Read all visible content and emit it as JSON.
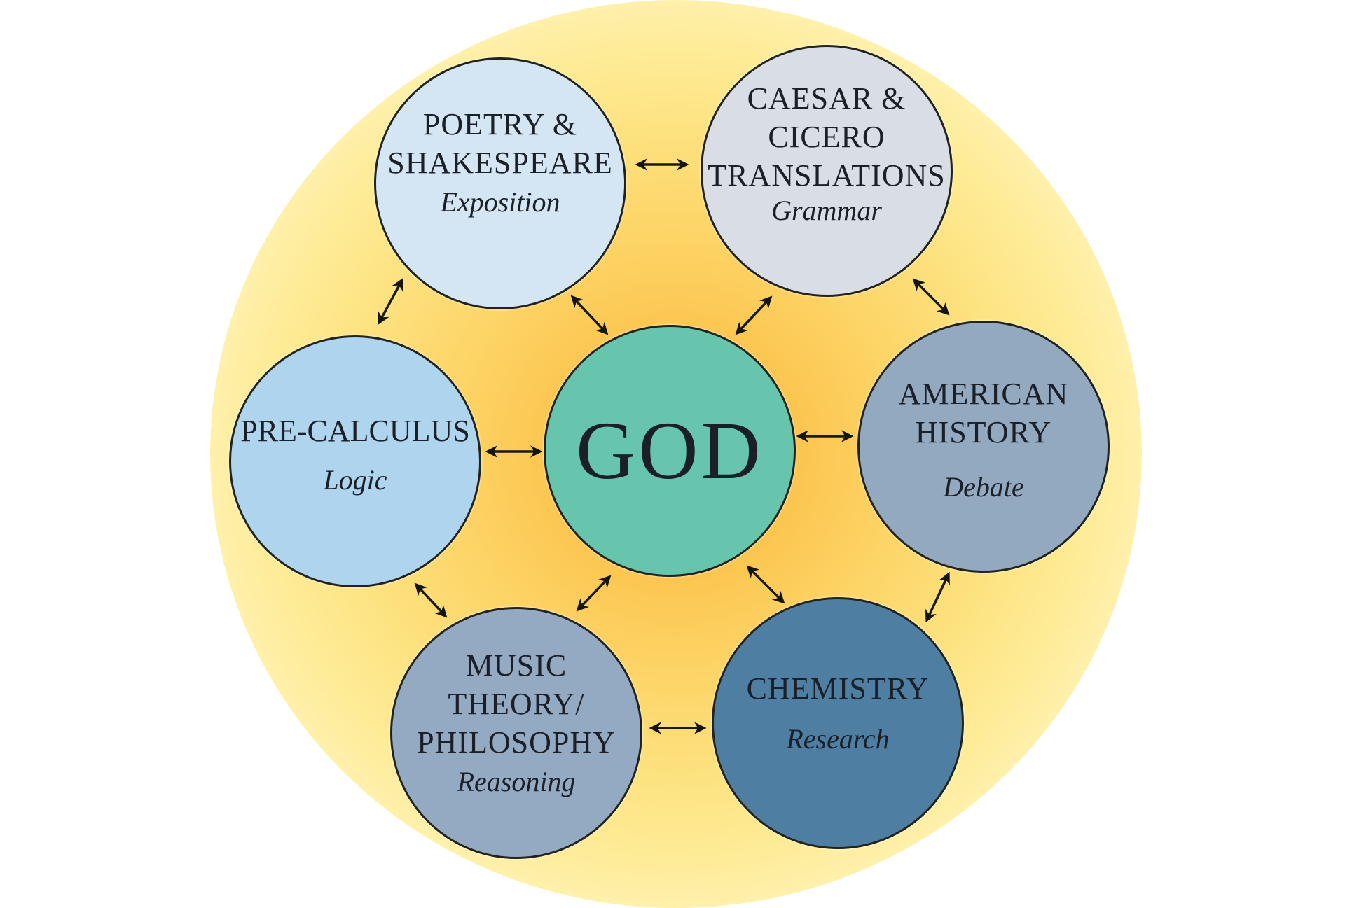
{
  "diagram": {
    "center": {
      "title": "GOD",
      "color": "#67C5AE"
    },
    "nodes": [
      {
        "id": "poetry",
        "title": "POETRY &\nSHAKESPEARE",
        "subtitle": "Exposition",
        "color": "#D4E6F4"
      },
      {
        "id": "caesar",
        "title": "CAESAR &\nCICERO\nTRANSLATIONS",
        "subtitle": "Grammar",
        "color": "#D9DEE6"
      },
      {
        "id": "precalc",
        "title": "PRE-CALCULUS",
        "subtitle": "Logic",
        "color": "#AED4EE"
      },
      {
        "id": "amhistory",
        "title": "AMERICAN\nHISTORY",
        "subtitle": "Debate",
        "color": "#93A9BF"
      },
      {
        "id": "music",
        "title": "MUSIC\nTHEORY/\nPHILOSOPHY",
        "subtitle": "Reasoning",
        "color": "#94AAC2"
      },
      {
        "id": "chemistry",
        "title": "CHEMISTRY",
        "subtitle": "Research",
        "color": "#4E7FA2"
      }
    ],
    "connections": [
      [
        "poetry",
        "caesar"
      ],
      [
        "poetry",
        "precalc"
      ],
      [
        "poetry",
        "god"
      ],
      [
        "caesar",
        "god"
      ],
      [
        "caesar",
        "amhistory"
      ],
      [
        "precalc",
        "god"
      ],
      [
        "god",
        "amhistory"
      ],
      [
        "precalc",
        "music"
      ],
      [
        "god",
        "music"
      ],
      [
        "god",
        "chemistry"
      ],
      [
        "amhistory",
        "chemistry"
      ],
      [
        "music",
        "chemistry"
      ]
    ],
    "background_glow_colors": [
      "#F9B93C",
      "#FDD263",
      "#FEEB95",
      "#FFFFFF"
    ]
  }
}
